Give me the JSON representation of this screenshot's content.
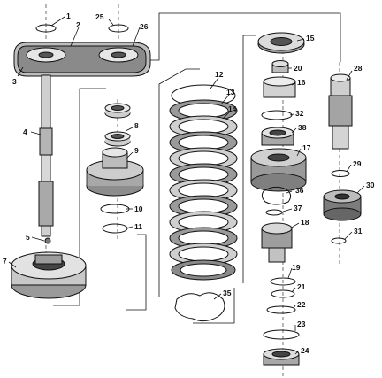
{
  "diagram": {
    "watermark": "",
    "callouts": [
      "1",
      "2",
      "3",
      "4",
      "5",
      "7",
      "8",
      "9",
      "10",
      "11",
      "12",
      "13",
      "14",
      "15",
      "16",
      "17",
      "18",
      "19",
      "20",
      "21",
      "22",
      "23",
      "24",
      "25",
      "26",
      "28",
      "29",
      "30",
      "31",
      "32",
      "35",
      "36",
      "37",
      "38"
    ]
  }
}
